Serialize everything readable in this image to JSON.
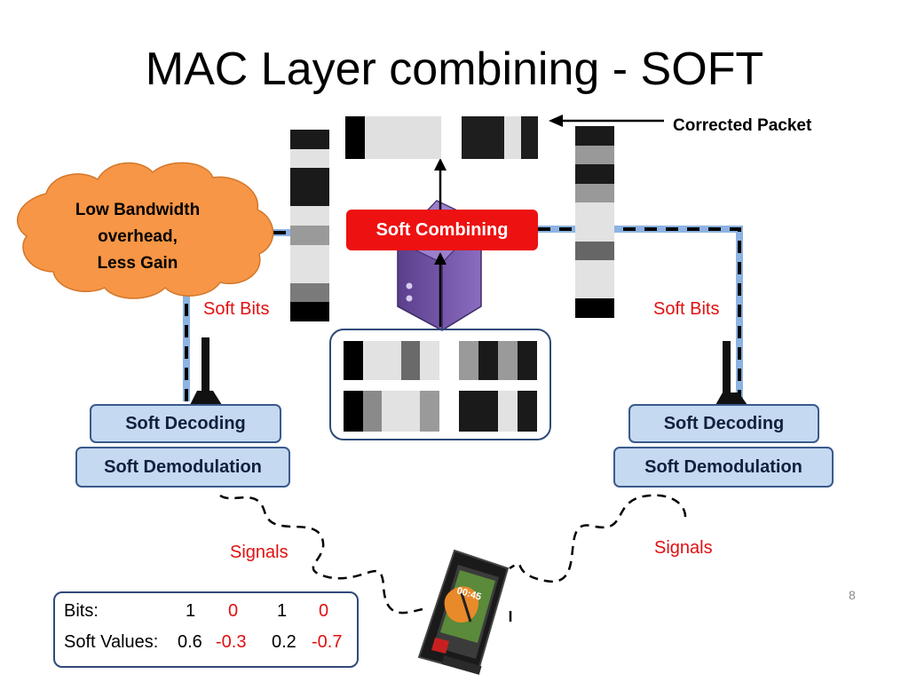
{
  "slide": {
    "title": "MAC Layer combining - SOFT",
    "page_number": "8"
  },
  "labels": {
    "corrected_packet": "Corrected Packet",
    "soft_combining": "Soft Combining",
    "soft_bits_left": "Soft Bits",
    "soft_bits_right": "Soft Bits",
    "signals_left": "Signals",
    "signals_right": "Signals"
  },
  "cloud": {
    "line1": "Low Bandwidth",
    "line2": "overhead,",
    "line3": "Less Gain"
  },
  "left_stack": {
    "decoding": "Soft Decoding",
    "demodulation": "Soft Demodulation"
  },
  "right_stack": {
    "decoding": "Soft Decoding",
    "demodulation": "Soft Demodulation"
  },
  "bits_table": {
    "bits_label": "Bits:",
    "soft_label": "Soft Values:",
    "bits": [
      "1",
      "0",
      "1",
      "0"
    ],
    "soft_values": [
      "0.6",
      "-0.3",
      "0.2",
      "-0.7"
    ]
  },
  "phone_screen": {
    "time": "00:45"
  },
  "colors": {
    "accent_red": "#ee1111",
    "box_fill": "#c5d9f1",
    "box_border": "#3a5a8c",
    "cloud_fill": "#f79646",
    "server_purple": "#6a4a9a",
    "wire_blue": "#8db3e2"
  }
}
